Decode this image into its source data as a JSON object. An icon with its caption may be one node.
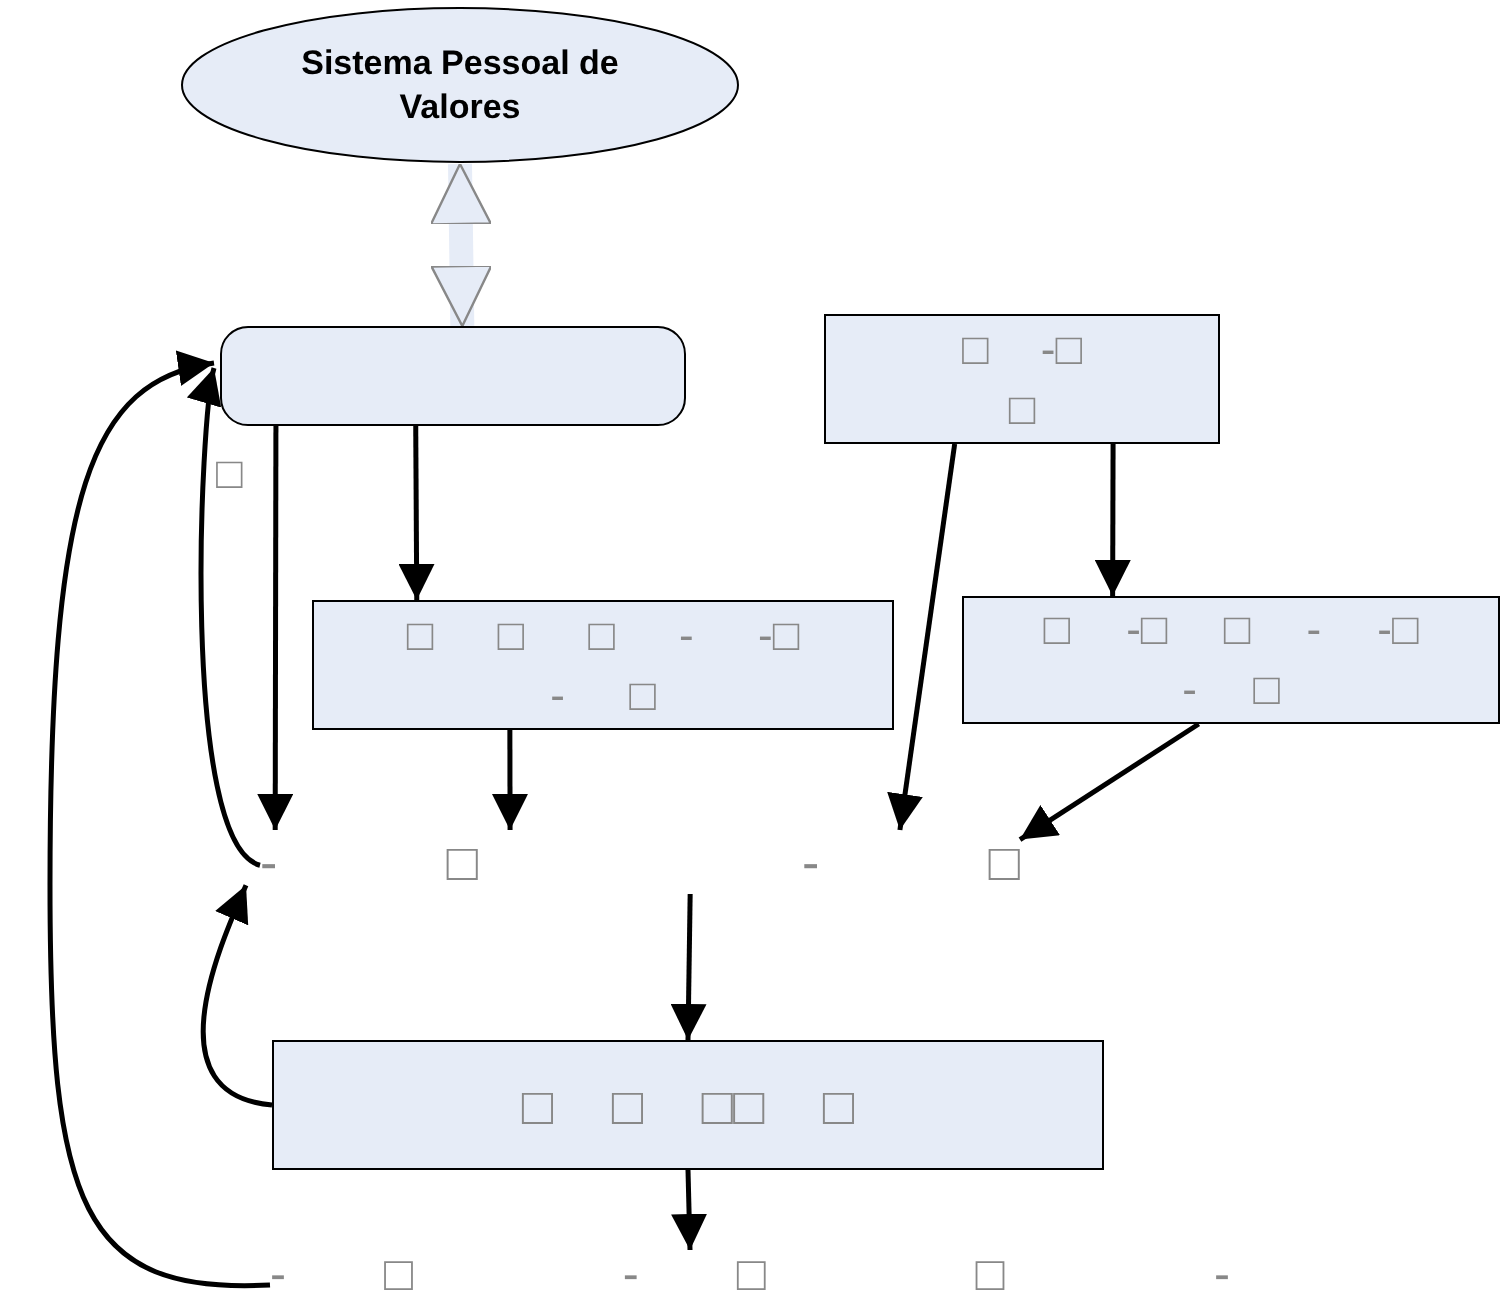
{
  "diagram": {
    "nodes": [
      {
        "text": [
          "Sistema Pessoal de Valores"
        ]
      },
      {
        "text": [],
        "shape": "box"
      },
      {
        "text": [
          "□ -□ □"
        ]
      },
      {
        "text": [
          "□ □ □ - -□ - □"
        ]
      },
      {
        "text": [
          "□ -□ □ - -□ - □"
        ]
      },
      {
        "text": [
          "- □ - □"
        ]
      },
      {
        "text": [
          "□ □ □□ □"
        ]
      },
      {
        "text": [
          "-□ -□ □ -"
        ]
      }
    ],
    "edges": [
      {
        "from": 0,
        "to": 1,
        "arrow": "both",
        "style": "thick",
        "color": "#e6ecf7"
      },
      {
        "from": 1,
        "to": 3,
        "arrow": "to"
      },
      {
        "from": 1,
        "to": 5,
        "arrow": "to"
      },
      {
        "from": 2,
        "to": 5,
        "arrow": "to"
      },
      {
        "from": 2,
        "to": 4,
        "arrow": "to"
      },
      {
        "from": 3,
        "to": 5,
        "arrow": "to"
      },
      {
        "from": 4,
        "to": 5,
        "arrow": "to"
      },
      {
        "from": 5,
        "to": 6,
        "arrow": "to"
      },
      {
        "from": 6,
        "to": 7,
        "arrow": "to"
      },
      {
        "from": 6,
        "to": 5,
        "arrow": "to"
      },
      {
        "from": 5,
        "to": 1,
        "arrow": "to"
      },
      {
        "from": 7,
        "to": 1,
        "arrow": "to"
      }
    ],
    "labels": [
      "□"
    ]
  }
}
